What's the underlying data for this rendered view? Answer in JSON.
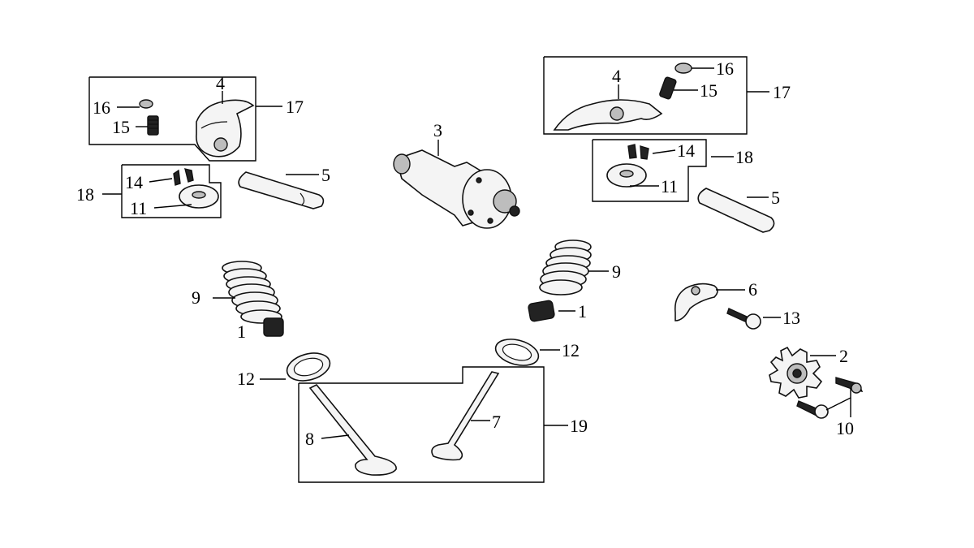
{
  "diagram": {
    "labels": {
      "l16a": "16",
      "l15a": "15",
      "l4a": "4",
      "l17a": "17",
      "l14a": "14",
      "l18a": "18",
      "l11a": "11",
      "l5a": "5",
      "l3": "3",
      "l16b": "16",
      "l15b": "15",
      "l4b": "4",
      "l17b": "17",
      "l14b": "14",
      "l18b": "18",
      "l11b": "11",
      "l5b": "5",
      "l9a": "9",
      "l1a": "1",
      "l9b": "9",
      "l1b": "1",
      "l6": "6",
      "l13": "13",
      "l12a": "12",
      "l12b": "12",
      "l2": "2",
      "l10": "10",
      "l8": "8",
      "l7": "7",
      "l19": "19"
    },
    "colors": {
      "ink": "#000000",
      "background": "#ffffff"
    }
  }
}
